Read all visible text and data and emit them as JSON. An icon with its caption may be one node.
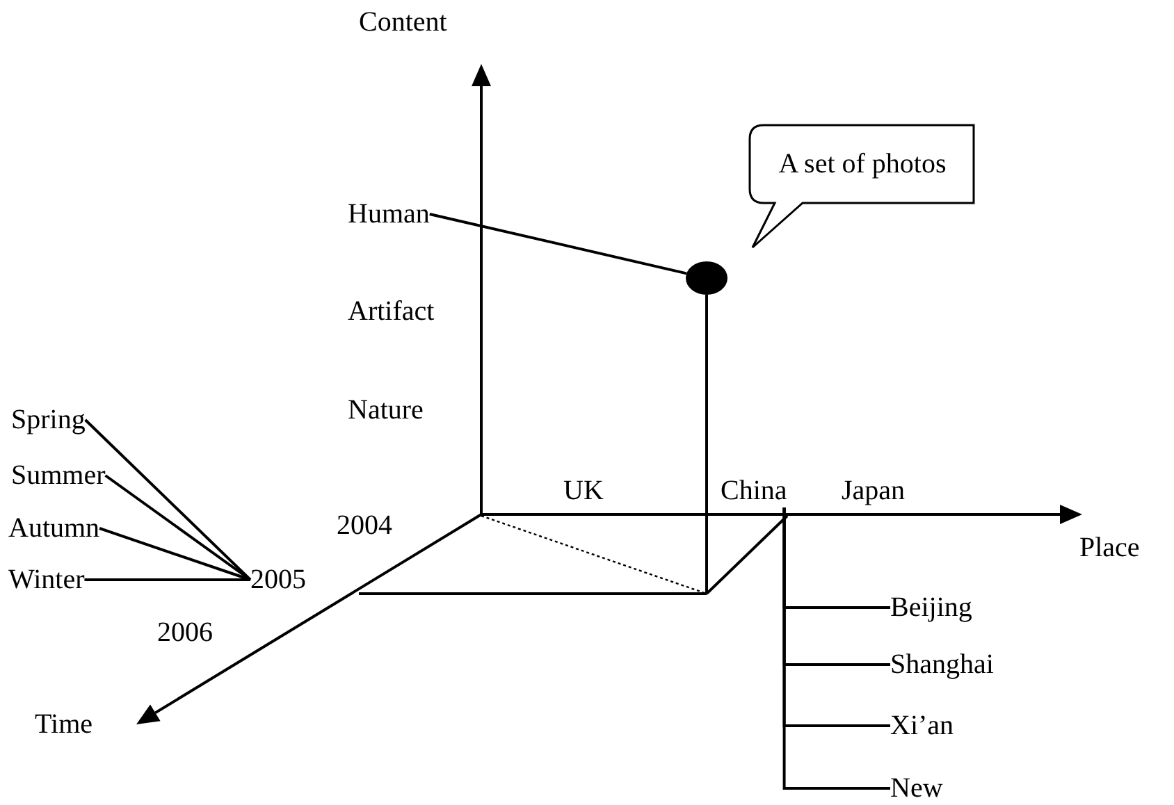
{
  "diagram": {
    "nodes": [
      {
        "text": [
          "A set of photos"
        ]
      },
      {
        "text": [],
        "shape": "circle"
      },
      {
        "text": [
          "Human"
        ]
      },
      {
        "text": [
          "Spring"
        ]
      },
      {
        "text": [
          "Summer"
        ]
      },
      {
        "text": [
          "Autumn"
        ]
      },
      {
        "text": [
          "Winter"
        ]
      },
      {
        "text": [
          "2005"
        ]
      },
      {
        "text": [
          "China"
        ]
      },
      {
        "text": [
          "Beijing"
        ]
      },
      {
        "text": [
          "Shanghai"
        ]
      },
      {
        "text": [
          "Xi’an"
        ]
      },
      {
        "text": [
          "New"
        ]
      }
    ],
    "edges": [
      {
        "from": 2,
        "to": 1,
        "arrow": "none"
      },
      {
        "from": 3,
        "to": 7,
        "arrow": "none"
      },
      {
        "from": 4,
        "to": 7,
        "arrow": "none"
      },
      {
        "from": 5,
        "to": 7,
        "arrow": "none"
      },
      {
        "from": 6,
        "to": 7,
        "arrow": "none"
      },
      {
        "from": 8,
        "to": 9,
        "arrow": "none"
      },
      {
        "from": 8,
        "to": 10,
        "arrow": "none"
      },
      {
        "from": 8,
        "to": 11,
        "arrow": "none"
      },
      {
        "from": 8,
        "to": 12,
        "arrow": "none"
      }
    ],
    "labels": [
      "Content",
      "Artifact",
      "Nature",
      "UK",
      "Japan",
      "Place",
      "2004",
      "2006",
      "Time"
    ]
  }
}
